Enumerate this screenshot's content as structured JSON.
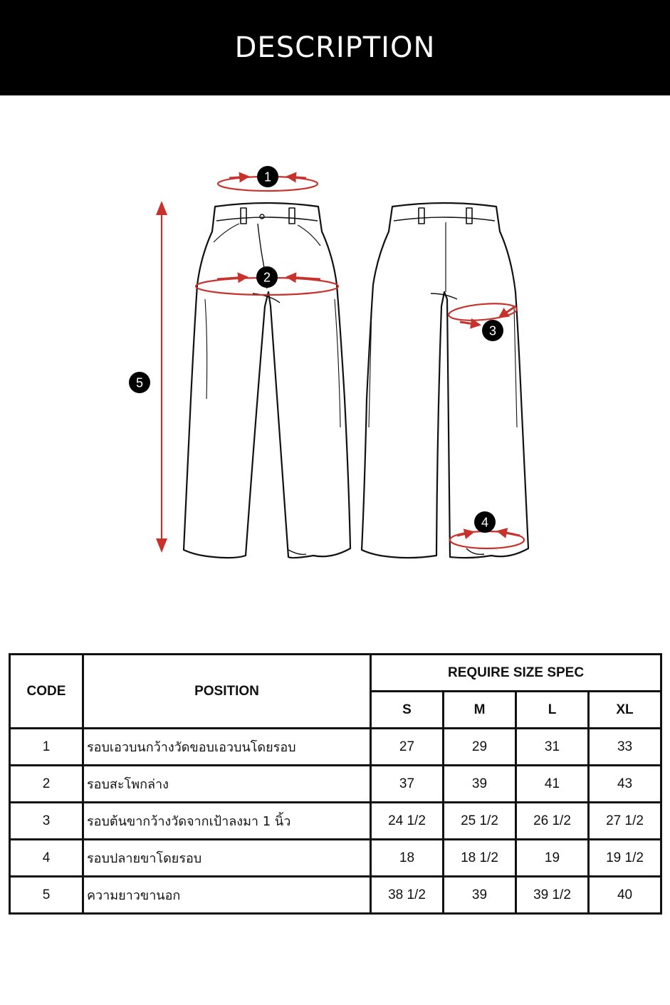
{
  "header": {
    "title": "DESCRIPTION"
  },
  "diagram": {
    "markers": [
      "1",
      "2",
      "3",
      "4",
      "5"
    ],
    "colors": {
      "arrow": "#c8322d",
      "marker_bg": "#000000",
      "outline": "#111111"
    }
  },
  "table": {
    "code_header": "CODE",
    "position_header": "POSITION",
    "spec_header": "REQUIRE SIZE SPEC",
    "sizes": [
      "S",
      "M",
      "L",
      "XL"
    ],
    "rows": [
      {
        "code": "1",
        "position": "รอบเอวบนกว้างวัดขอบเอวบนโดยรอบ",
        "values": [
          "27",
          "29",
          "31",
          "33"
        ]
      },
      {
        "code": "2",
        "position": "รอบสะโพกล่าง",
        "values": [
          "37",
          "39",
          "41",
          "43"
        ]
      },
      {
        "code": "3",
        "position": "รอบต้นขากว้างวัดจากเป้าลงมา 1 นิ้ว",
        "values": [
          "24 1/2",
          "25 1/2",
          "26 1/2",
          "27 1/2"
        ]
      },
      {
        "code": "4",
        "position": "รอบปลายขาโดยรอบ",
        "values": [
          "18",
          "18 1/2",
          "19",
          "19 1/2"
        ]
      },
      {
        "code": "5",
        "position": "ความยาวขานอก",
        "values": [
          "38 1/2",
          "39",
          "39 1/2",
          "40"
        ]
      }
    ]
  }
}
